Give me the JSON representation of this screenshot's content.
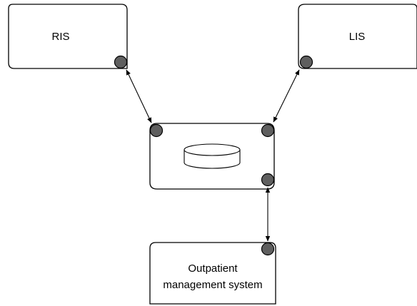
{
  "diagram": {
    "nodes": {
      "ris": {
        "label": "RIS"
      },
      "lis": {
        "label": "LIS"
      },
      "outpatient": {
        "label_line1": "Outpatient",
        "label_line2": "management system"
      }
    },
    "edges": [
      {
        "from": "ris",
        "to": "central-database",
        "arrows": "both"
      },
      {
        "from": "lis",
        "to": "central-database",
        "arrows": "both"
      },
      {
        "from": "outpatient",
        "to": "central-database",
        "arrows": "both"
      }
    ]
  }
}
